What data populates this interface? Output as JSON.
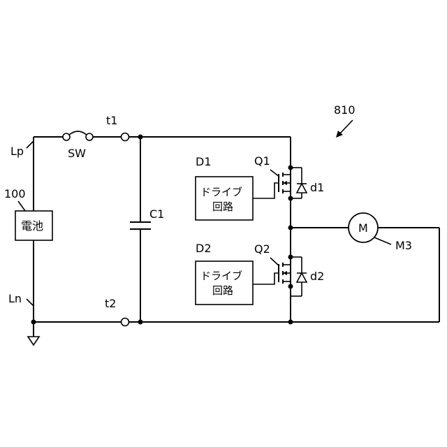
{
  "labels": {
    "figure_ref": "810",
    "switch_terminal_1": "t1",
    "switch_terminal_2": "t2",
    "switch": "SW",
    "line_positive": "Lp",
    "line_negative": "Ln",
    "battery_ref": "100",
    "battery": "電池",
    "capacitor": "C1",
    "drive_circuit_1_ref": "D1",
    "drive_circuit_2_ref": "D2",
    "drive_circuit_text_line1": "ドライブ",
    "drive_circuit_text_line2": "回路",
    "transistor_1": "Q1",
    "transistor_2": "Q2",
    "diode_1": "d1",
    "diode_2": "d2",
    "motor_symbol": "M",
    "motor_ref": "M3"
  }
}
